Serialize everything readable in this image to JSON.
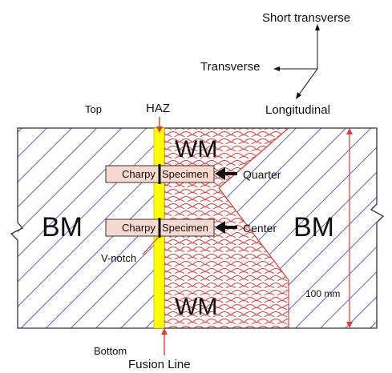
{
  "axes": {
    "short_transverse": "Short transverse",
    "transverse": "Transverse",
    "longitudinal": "Longitudinal"
  },
  "labels": {
    "top": "Top",
    "bottom": "Bottom",
    "haz": "HAZ",
    "fusion_line": "Fusion Line",
    "v_notch": "V-notch",
    "bm_left": "BM",
    "bm_right": "BM",
    "wm_top": "WM",
    "wm_bottom": "WM",
    "quarter": "Quarter",
    "center": "Center",
    "dimension": "100 mm"
  },
  "specimens": [
    {
      "left_label": "Charpy",
      "right_label": "Specimen"
    },
    {
      "left_label": "Charpy",
      "right_label": "Specimen"
    }
  ],
  "colors": {
    "hatch": "#3a3ab0",
    "haz": "#ffff00",
    "weld": "#e53935",
    "dimension": "#e53935",
    "specimen_fill": "#f8d9cf"
  }
}
